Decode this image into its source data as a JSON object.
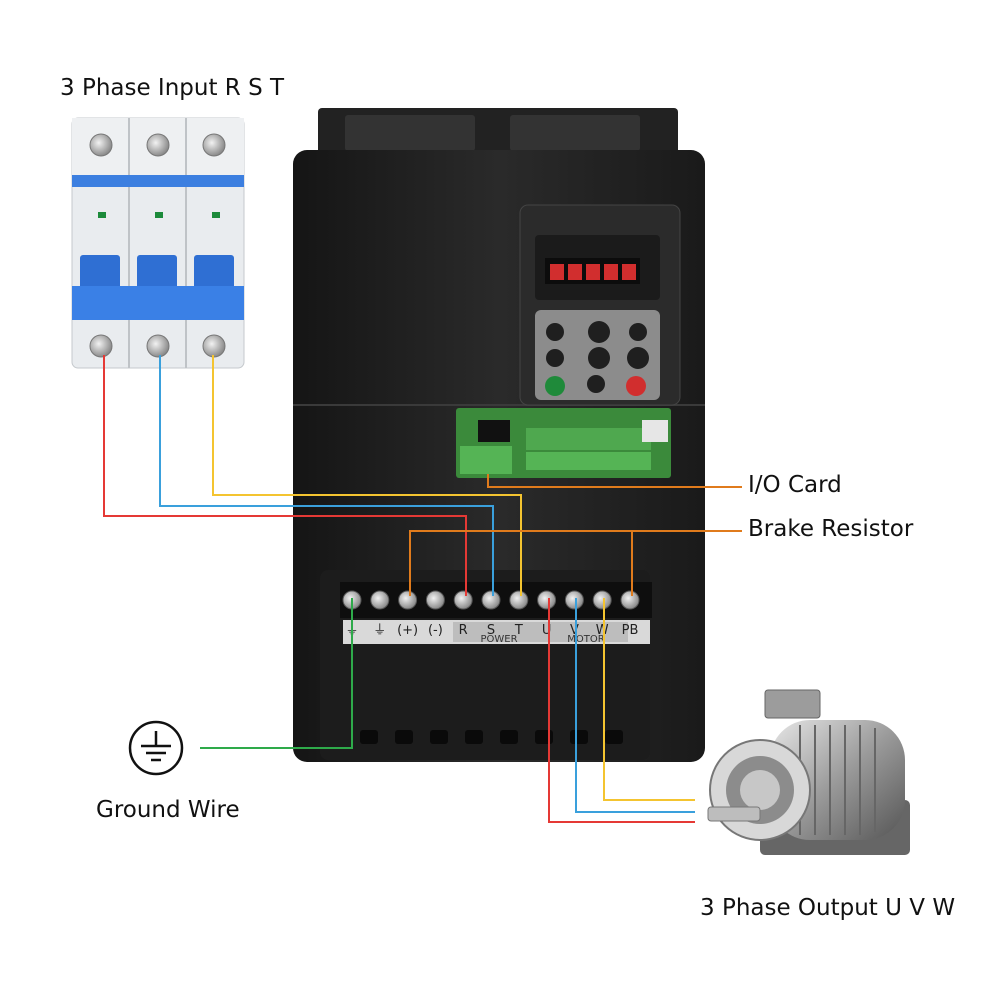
{
  "labels": {
    "input": "3 Phase Input R S T",
    "io_card": "I/O Card",
    "brake_resistor": "Brake Resistor",
    "ground_wire": "Ground Wire",
    "output": "3 Phase Output U V W"
  },
  "terminals": [
    "⏚",
    "⏚",
    "(+)",
    "(-)",
    "R",
    "S",
    "T",
    "U",
    "V",
    "W",
    "PB"
  ],
  "terminal_groups": {
    "power": "POWER",
    "motor": "MOTOR"
  },
  "wire_colors": {
    "R": "#e53935",
    "S": "#3aa0dc",
    "T": "#f4c430",
    "ground": "#2eaa4a",
    "brake": "#e07b1c",
    "io": "#e07b1c"
  },
  "icons": [
    "breaker-icon",
    "ground-symbol-icon",
    "motor-icon",
    "keypad-icon"
  ]
}
